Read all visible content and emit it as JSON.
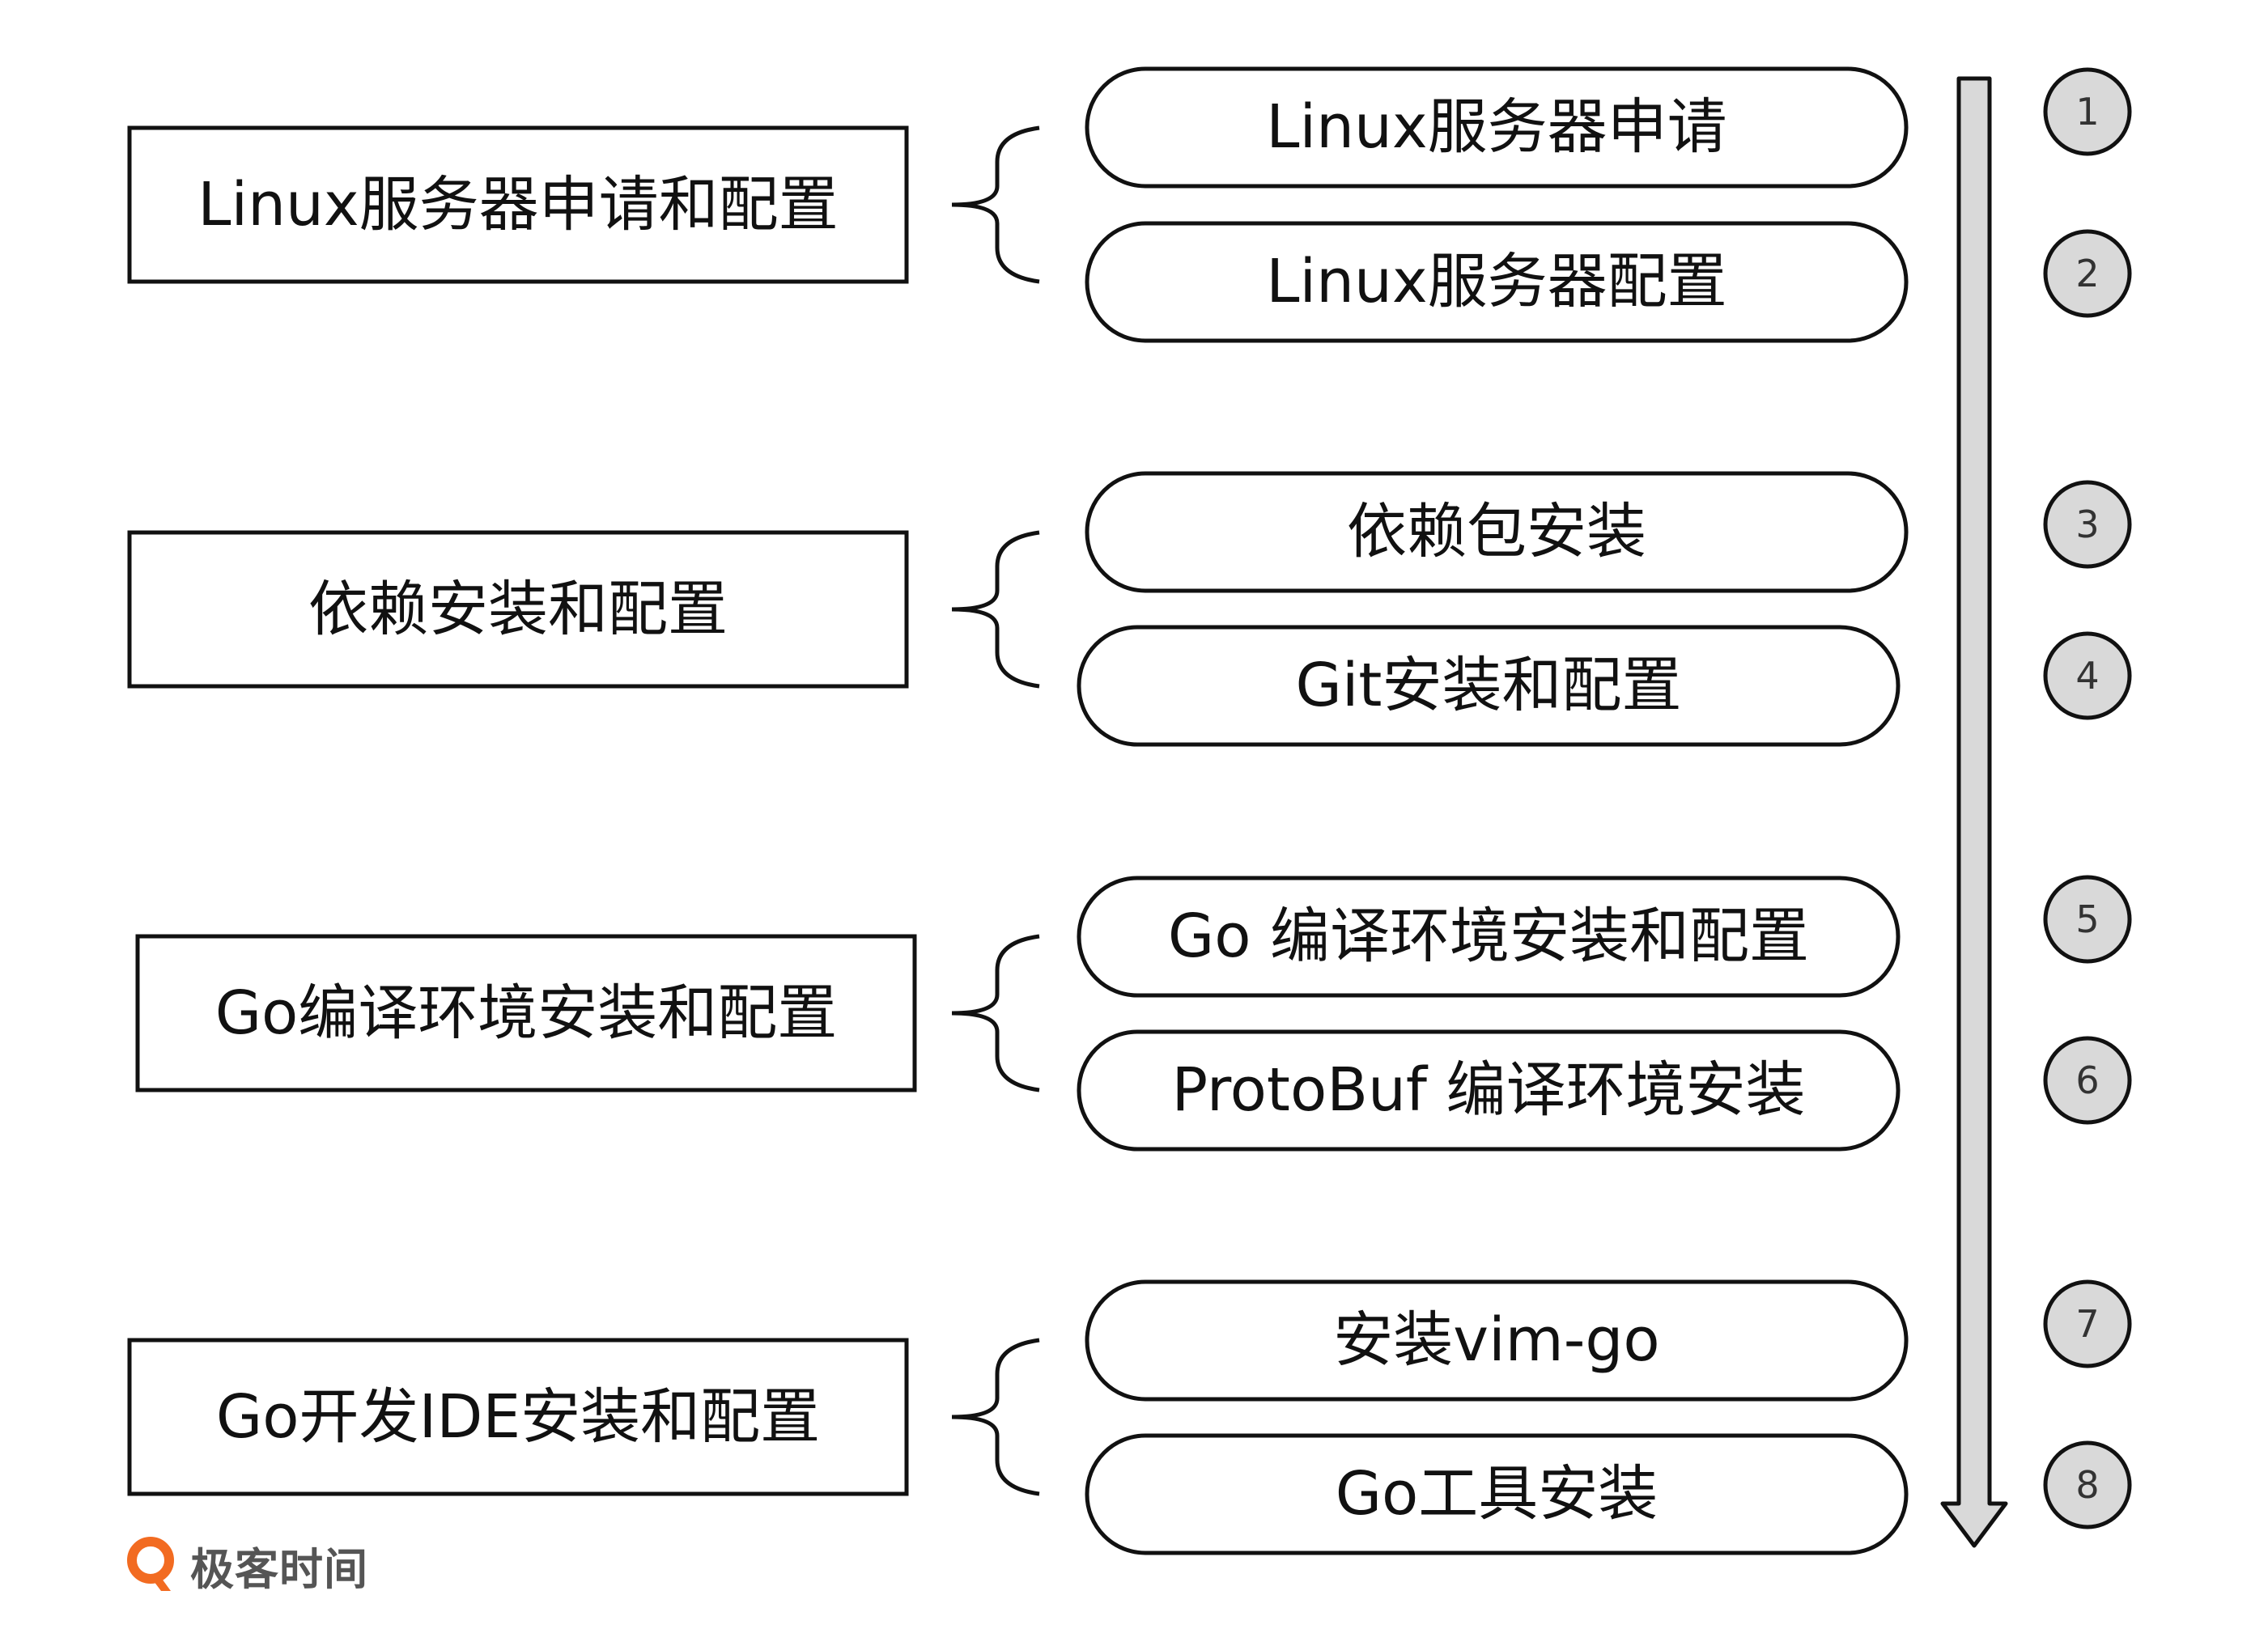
{
  "categories": [
    {
      "label": "Linux服务器申请和配置",
      "steps": [
        {
          "number": "1",
          "label": "Linux服务器申请"
        },
        {
          "number": "2",
          "label": "Linux服务器配置"
        }
      ]
    },
    {
      "label": "依赖安装和配置",
      "steps": [
        {
          "number": "3",
          "label": "依赖包安装"
        },
        {
          "number": "4",
          "label": "Git安装和配置"
        }
      ]
    },
    {
      "label": "Go编译环境安装和配置",
      "steps": [
        {
          "number": "5",
          "label": "Go 编译环境安装和配置"
        },
        {
          "number": "6",
          "label": "ProtoBuf 编译环境安装"
        }
      ]
    },
    {
      "label": "Go开发IDE安装和配置",
      "steps": [
        {
          "number": "7",
          "label": "安装vim-go"
        },
        {
          "number": "8",
          "label": "Go工具安装"
        }
      ]
    }
  ],
  "brand": {
    "name": "极客时间",
    "icon": "geektime-logo-icon"
  },
  "colors": {
    "stroke": "#111111",
    "arrow_fill": "#d9d9d9",
    "circle_fill": "#d9d9d9",
    "brand_orange": "#f26b21"
  }
}
